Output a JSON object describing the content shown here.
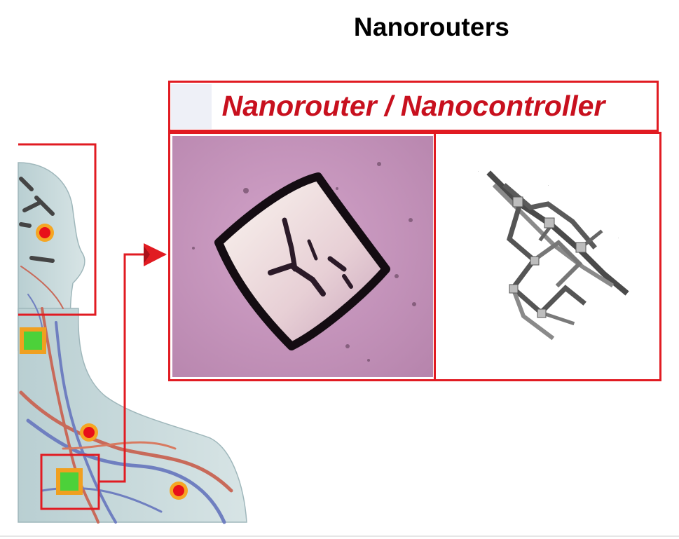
{
  "title": "Nanorouters",
  "panel": {
    "header_label": "Nanorouter / Nanocontroller",
    "left_image": "microscope-micrograph-of-nanorouter-crystal",
    "right_image": "nanorouter-lattice-circuit-schematic"
  },
  "body_figure": "human-head-and-torso-with-blood-vessels",
  "legend_colors": {
    "frame_red": "#e11b22",
    "title_red": "#c8101e",
    "node_red": "#e8101a",
    "node_ring": "#f5a623",
    "router_green": "#4cd13a",
    "router_ring": "#f0a020"
  }
}
